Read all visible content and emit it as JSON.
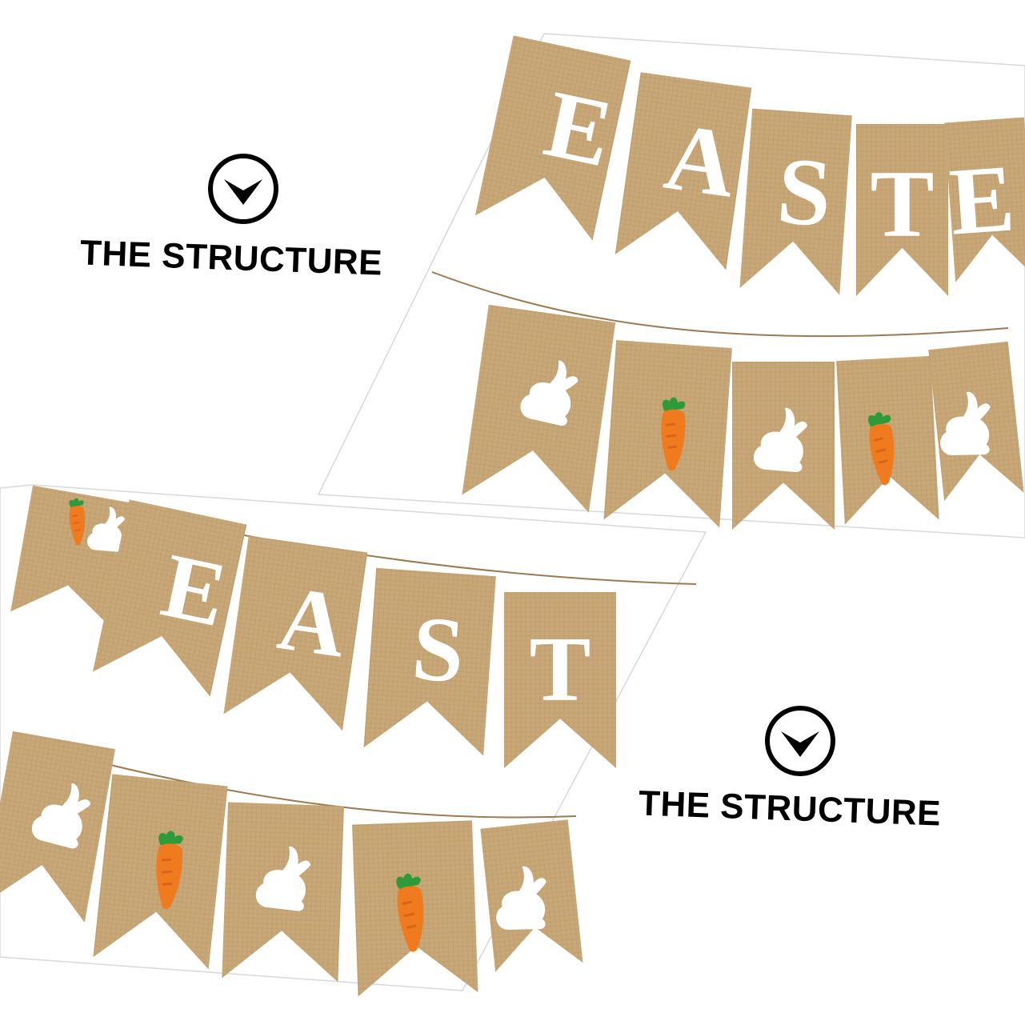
{
  "callouts": [
    {
      "text": "THE STRUCTURE",
      "icon": "down-chevron-circle-icon"
    },
    {
      "text": "THE STRUCTURE",
      "icon": "down-chevron-circle-icon"
    }
  ],
  "banner_top": {
    "letters": [
      "E",
      "A",
      "S",
      "T",
      "E"
    ],
    "motifs": [
      "bunny-icon",
      "carrot-icon",
      "bunny-icon",
      "carrot-icon",
      "bunny-icon"
    ]
  },
  "banner_bottom": {
    "letters": [
      "E",
      "A",
      "S",
      "T"
    ],
    "motifs": [
      "bunny-icon",
      "carrot-icon",
      "bunny-icon",
      "carrot-icon",
      "bunny-icon"
    ]
  },
  "colors": {
    "burlap": "#c9a878",
    "burlap_dark": "#b8966a",
    "carrot": "#f07a1e",
    "leaf": "#2e9a3a",
    "ink": "#000000"
  }
}
